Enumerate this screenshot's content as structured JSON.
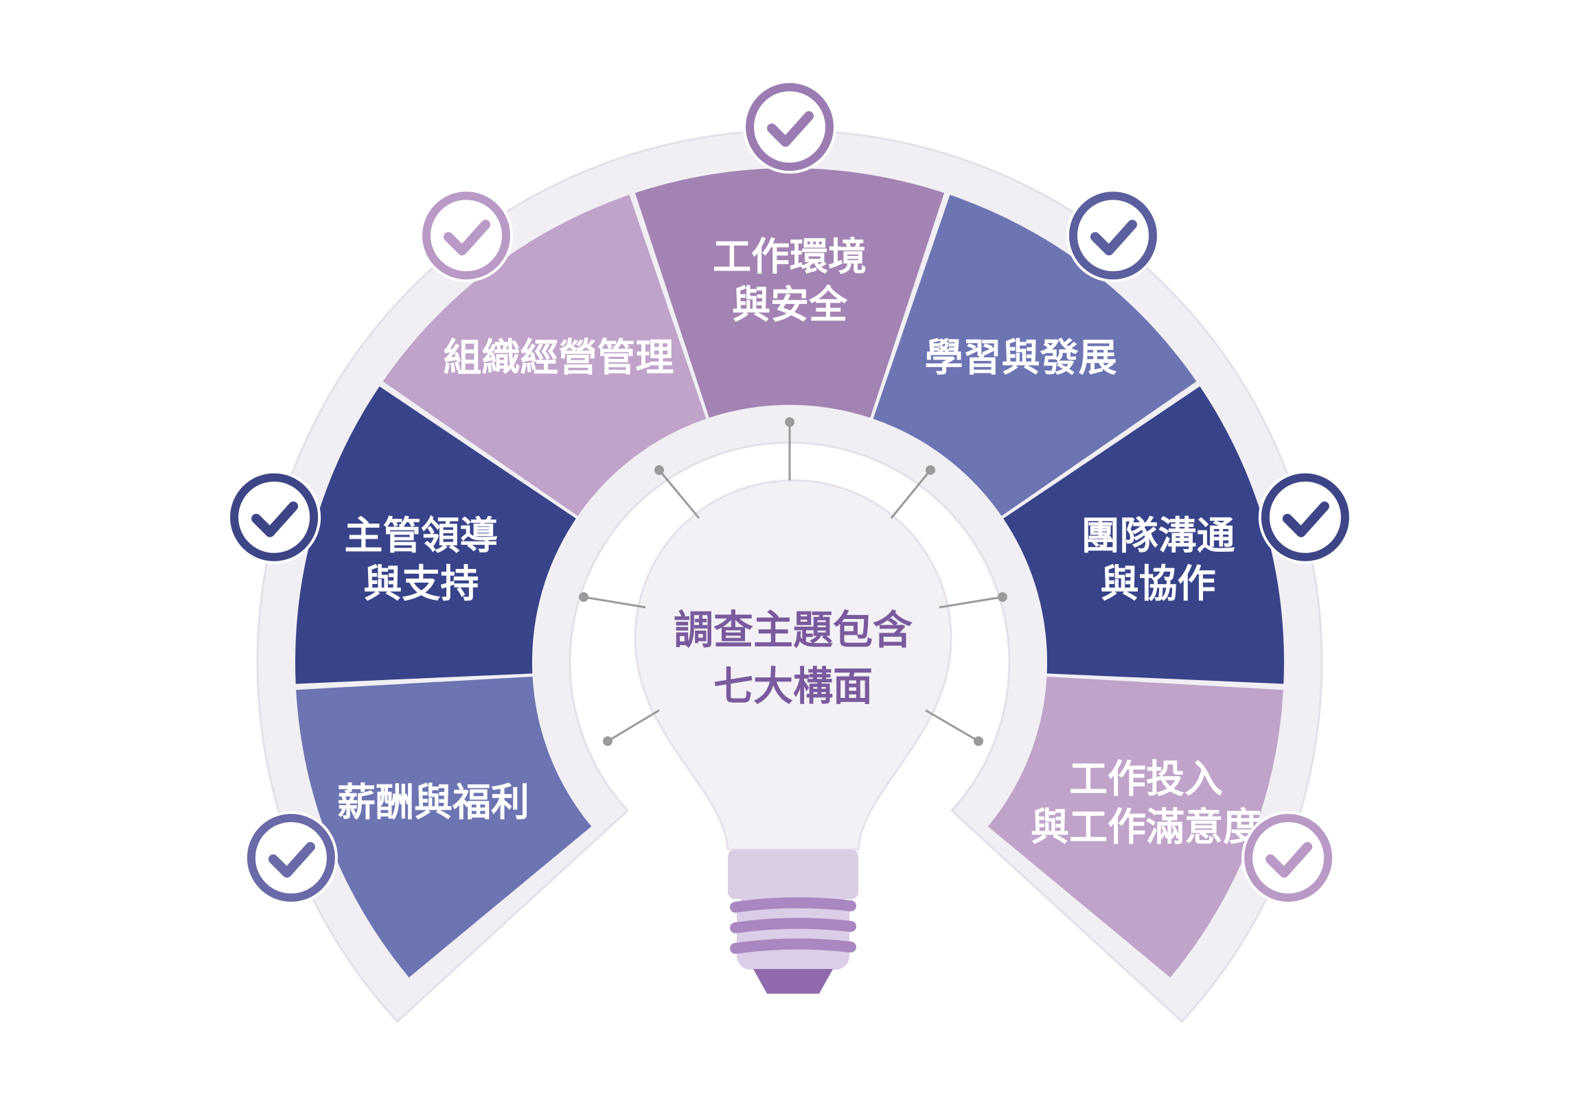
{
  "center": {
    "line1": "調查主題包含",
    "line2": "七大構面"
  },
  "segments": [
    {
      "line1": "薪酬與福利",
      "line2": "",
      "color": "#6d74b2",
      "check_color": "#6a6aa8"
    },
    {
      "line1": "主管領導",
      "line2": "與支持",
      "color": "#38438a",
      "check_color": "#3d4587"
    },
    {
      "line1": "組織經營管理",
      "line2": "",
      "color": "#bfa3c9",
      "check_color": "#b999c6"
    },
    {
      "line1": "工作環境",
      "line2": "與安全",
      "color": "#a383b3",
      "check_color": "#9b7cb2"
    },
    {
      "line1": "學習與發展",
      "line2": "",
      "color": "#6d74b2",
      "check_color": "#5c5f9e"
    },
    {
      "line1": "團隊溝通",
      "line2": "與協作",
      "color": "#38438a",
      "check_color": "#3d4587"
    },
    {
      "line1": "工作投入",
      "line2": "與工作滿意度",
      "color": "#bfa3c9",
      "check_color": "#b999c6"
    }
  ],
  "colors": {
    "ring_outline": "#f1eff4",
    "bulb_glass": "#f3f1f5",
    "bulb_cap": "#d9cde3",
    "bulb_thread": "#a987c0",
    "bulb_tip": "#8f6aac",
    "ray": "#9a9a9a"
  },
  "icons": {
    "check": "check-circle-icon",
    "bulb": "light-bulb-icon"
  }
}
